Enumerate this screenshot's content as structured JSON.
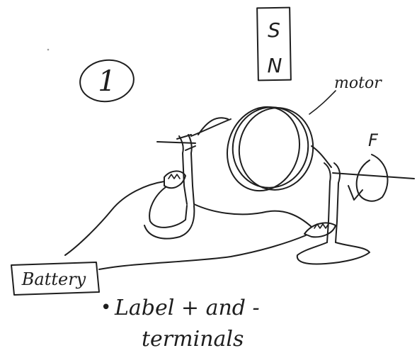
{
  "figure_number": "1",
  "magnet": {
    "top_pole": "S",
    "bottom_pole": "N"
  },
  "labels": {
    "motor": "motor",
    "force": "F",
    "battery": "Battery"
  },
  "note": {
    "bullet": "•",
    "line1": "Label + and -",
    "line2": "terminals"
  }
}
